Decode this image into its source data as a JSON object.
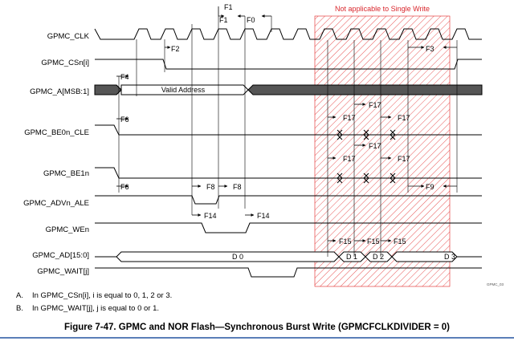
{
  "signals": [
    {
      "id": "clk",
      "label": "GPMC_CLK"
    },
    {
      "id": "csn",
      "label": "GPMC_CSn[i]"
    },
    {
      "id": "addr",
      "label": "GPMC_A[MSB:1]"
    },
    {
      "id": "be0",
      "label": "GPMC_BE0n_CLE"
    },
    {
      "id": "be1",
      "label": "GPMC_BE1n"
    },
    {
      "id": "adv",
      "label": "GPMC_ADVn_ALE"
    },
    {
      "id": "wen",
      "label": "GPMC_WEn"
    },
    {
      "id": "ad",
      "label": "GPMC_AD[15:0]"
    },
    {
      "id": "wait",
      "label": "GPMC_WAIT[j]"
    }
  ],
  "bus_values": {
    "valid_address": "Valid Address",
    "d0": "D 0",
    "d1": "D 1",
    "d2": "D 2",
    "d3": "D 3"
  },
  "timing_labels": {
    "F0": "F0",
    "F1": "F1",
    "F2": "F2",
    "F3": "F3",
    "F4": "F4",
    "F6": "F6",
    "F8": "F8",
    "F9": "F9",
    "F14": "F14",
    "F15": "F15",
    "F17": "F17"
  },
  "region_note": "Not applicable to Single Write",
  "figure_tag": "GPMC_03",
  "notes": [
    {
      "letter": "A.",
      "text": "In GPMC_CSn[i], i is equal to 0, 1, 2 or 3."
    },
    {
      "letter": "B.",
      "text": "In GPMC_WAIT[j], j is equal to 0 or 1."
    }
  ],
  "caption": "Figure 7-47. GPMC and NOR Flash—Synchronous Burst Write (GPMCFCLKDIVIDER = 0)",
  "colors": {
    "hatch": "#e02020",
    "bus_fill": "#555555",
    "rule": "#5b7fb8"
  }
}
